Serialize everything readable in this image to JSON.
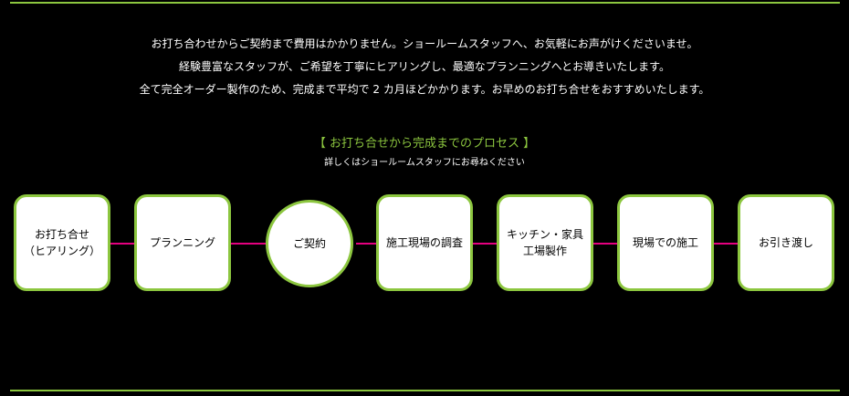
{
  "intro": {
    "lines": [
      "お打ち合わせからご契約まで費用はかかりません。ショールームスタッフへ、お気軽にお声がけくださいませ。",
      "経験豊富なスタッフが、ご希望を丁寧にヒアリングし、最適なプランニングへとお導きいたします。",
      "全て完全オーダー製作のため、完成まで平均で 2 カ月ほどかかります。お早めのお打ち合せをおすすめいたします。"
    ]
  },
  "process": {
    "title": "【 お打ち合せから完成までのプロセス 】",
    "subtitle": "詳しくはショールームスタッフにお尋ねください",
    "steps": [
      {
        "label": "お打ち合せ\n（ヒアリング）"
      },
      {
        "label": "プランニング"
      },
      {
        "label": "ご契約"
      },
      {
        "label": "施工現場の調査"
      },
      {
        "label": "キッチン・家具\n工場製作"
      },
      {
        "label": "現場での施工"
      },
      {
        "label": "お引き渡し"
      }
    ]
  },
  "colors": {
    "accent_green": "#8cc63f",
    "connector_pink": "#e4007f",
    "background": "#000000",
    "box": "#ffffff"
  }
}
